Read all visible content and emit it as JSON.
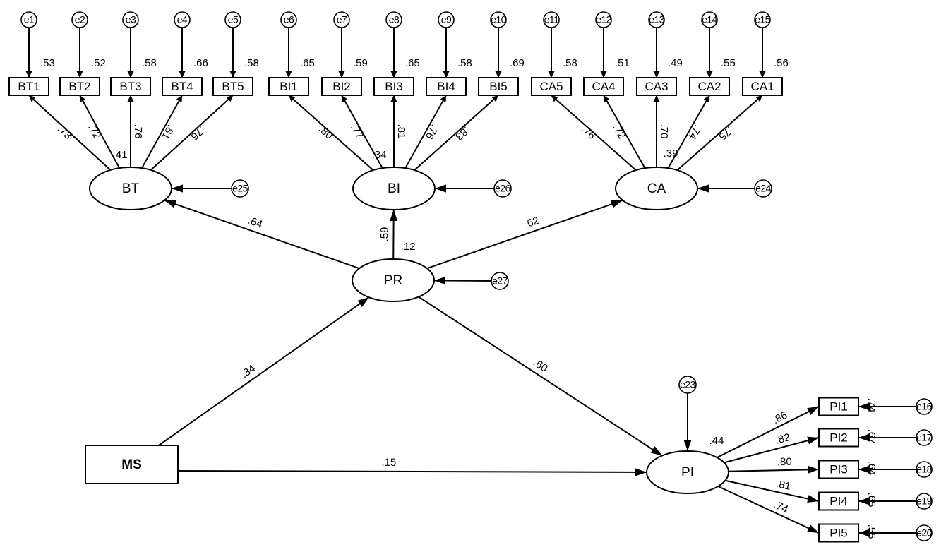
{
  "diagram": {
    "latents": [
      {
        "id": "BT",
        "label": "BT"
      },
      {
        "id": "BI",
        "label": "BI"
      },
      {
        "id": "CA",
        "label": "CA"
      },
      {
        "id": "PR",
        "label": "PR"
      },
      {
        "id": "PI",
        "label": "PI"
      }
    ],
    "observed": [
      {
        "id": "MS",
        "label": "MS"
      }
    ],
    "indicators": [
      {
        "id": "BT1",
        "label": "BT1",
        "factor": "BT",
        "loading": ".73",
        "r2": ".53",
        "error": "e1"
      },
      {
        "id": "BT2",
        "label": "BT2",
        "factor": "BT",
        "loading": ".72",
        "r2": ".52",
        "error": "e2"
      },
      {
        "id": "BT3",
        "label": "BT3",
        "factor": "BT",
        "loading": ".76",
        "r2": ".58",
        "error": "e3"
      },
      {
        "id": "BT4",
        "label": "BT4",
        "factor": "BT",
        "loading": ".81",
        "r2": ".66",
        "error": "e4"
      },
      {
        "id": "BT5",
        "label": "BT5",
        "factor": "BT",
        "loading": ".76",
        "r2": ".58",
        "error": "e5"
      },
      {
        "id": "BI1",
        "label": "BI1",
        "factor": "BI",
        "loading": ".80",
        "r2": ".65",
        "error": "e6"
      },
      {
        "id": "BI2",
        "label": "BI2",
        "factor": "BI",
        "loading": ".77",
        "r2": ".59",
        "error": "e7"
      },
      {
        "id": "BI3",
        "label": "BI3",
        "factor": "BI",
        "loading": ".81",
        "r2": ".65",
        "error": "e8"
      },
      {
        "id": "BI4",
        "label": "BI4",
        "factor": "BI",
        "loading": ".76",
        "r2": ".58",
        "error": "e9"
      },
      {
        "id": "BI5",
        "label": "BI5",
        "factor": "BI",
        "loading": ".83",
        "r2": ".69",
        "error": "e10"
      },
      {
        "id": "CA5",
        "label": "CA5",
        "factor": "CA",
        "loading": ".76",
        "r2": ".58",
        "error": "e11"
      },
      {
        "id": "CA4",
        "label": "CA4",
        "factor": "CA",
        "loading": ".72",
        "r2": ".51",
        "error": "e12"
      },
      {
        "id": "CA3",
        "label": "CA3",
        "factor": "CA",
        "loading": ".70",
        "r2": ".49",
        "error": "e13"
      },
      {
        "id": "CA2",
        "label": "CA2",
        "factor": "CA",
        "loading": ".74",
        "r2": ".55",
        "error": "e14"
      },
      {
        "id": "CA1",
        "label": "CA1",
        "factor": "CA",
        "loading": ".75",
        "r2": ".56",
        "error": "e15"
      },
      {
        "id": "PI1",
        "label": "PI1",
        "factor": "PI",
        "loading": ".86",
        "r2": ".74",
        "error": "e16"
      },
      {
        "id": "PI2",
        "label": "PI2",
        "factor": "PI",
        "loading": ".82",
        "r2": ".67",
        "error": "e17"
      },
      {
        "id": "PI3",
        "label": "PI3",
        "factor": "PI",
        "loading": ".80",
        "r2": ".64",
        "error": "e18"
      },
      {
        "id": "PI4",
        "label": "PI4",
        "factor": "PI",
        "loading": ".81",
        "r2": ".65",
        "error": "e19"
      },
      {
        "id": "PI5",
        "label": "PI5",
        "factor": "PI",
        "loading": ".74",
        "r2": ".55",
        "error": "e20"
      }
    ],
    "latent_r2": {
      "BT": ".41",
      "BI": ".34",
      "CA": ".39",
      "PR": ".12",
      "PI": ".44"
    },
    "disturbances": {
      "BT": "e25",
      "BI": "e26",
      "CA": "e24",
      "PR": "e27",
      "PI": "e23"
    },
    "paths": [
      {
        "from": "MS",
        "to": "PR",
        "coef": ".34"
      },
      {
        "from": "MS",
        "to": "PI",
        "coef": ".15"
      },
      {
        "from": "PR",
        "to": "BT",
        "coef": ".64"
      },
      {
        "from": "PR",
        "to": "BI",
        "coef": ".59"
      },
      {
        "from": "PR",
        "to": "CA",
        "coef": ".62"
      },
      {
        "from": "PR",
        "to": "PI",
        "coef": ".60"
      }
    ]
  }
}
